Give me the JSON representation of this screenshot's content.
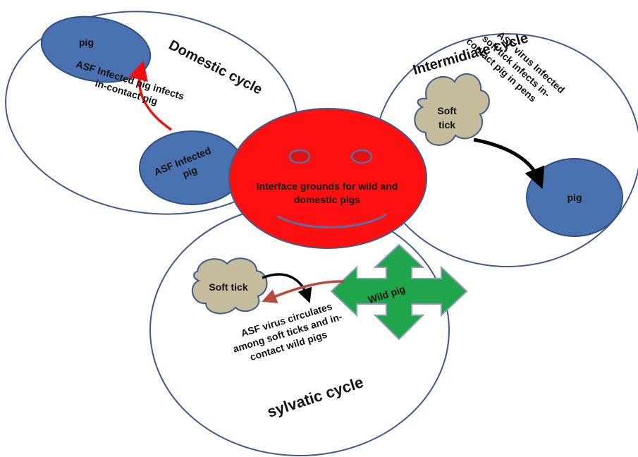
{
  "cycles": {
    "domestic": {
      "title": "Domestic cycle",
      "description": [
        "ASF Infected pig infects",
        "in-contact pig"
      ],
      "nodes": {
        "pig": "pig",
        "infected_pig": [
          "ASF Infected",
          "pig"
        ]
      }
    },
    "intermediate": {
      "title": "Intermidiate cycle",
      "description": [
        "ASF virus Infected",
        "soft tick  infects in-",
        "contact pig in pens"
      ],
      "nodes": {
        "soft_tick": [
          "Soft",
          "tick"
        ],
        "pig": "pig"
      }
    },
    "sylvatic": {
      "title": "sylvatic cycle",
      "description": [
        "ASF  virus circulates",
        "among  soft ticks and in-",
        "contact  wild pigs"
      ],
      "nodes": {
        "soft_tick": "Soft tick",
        "wild_pig": "Wild pig"
      }
    }
  },
  "center": {
    "label": [
      "Interface grounds for wild and",
      "domestic pigs"
    ]
  },
  "colors": {
    "pig_fill": "#4a72b0",
    "pig_stroke": "#2e4f86",
    "center_fill": "#ff1010",
    "tick_fill": "#c4bc9c",
    "tick_stroke": "#3f5a8a",
    "wild_pig_fill": "#1fa64a",
    "wild_pig_stroke": "#8a9ab8",
    "circle_stroke": "#3f5a8a",
    "red_arrow": "#ee1111",
    "brown_arrow": "#b84a3e",
    "black_arrow": "#000000"
  }
}
